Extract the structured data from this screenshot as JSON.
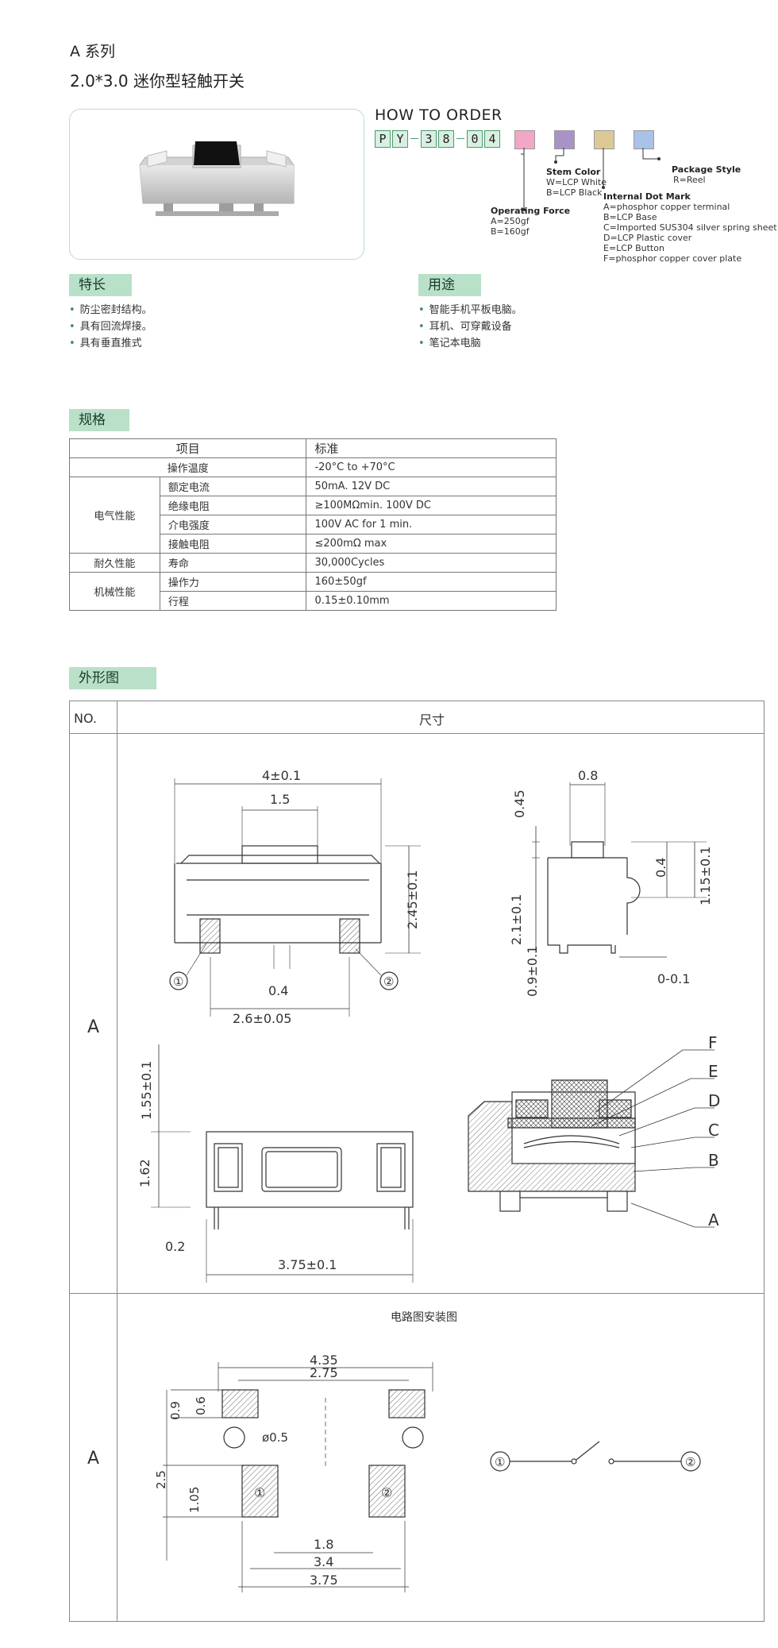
{
  "header": {
    "series": "A 系列",
    "title": "2.0*3.0  迷你型轻触开关"
  },
  "order": {
    "heading": "HOW TO ORDER",
    "code_chars": [
      "P",
      "Y",
      "-",
      "3",
      "8",
      "-",
      "0",
      "4"
    ],
    "swatch_colors": [
      "#f2a7c7",
      "#a993c6",
      "#dcc996",
      "#a9c2e8"
    ],
    "package_style": {
      "title": "Package Style",
      "lines": [
        "R=Reel"
      ]
    },
    "stem_color": {
      "title": "Stem Color",
      "lines": [
        "W=LCP White",
        "B=LCP Black"
      ]
    },
    "internal_dot": {
      "title": "Internal Dot Mark",
      "lines": [
        "A=phosphor copper terminal",
        "B=LCP Base",
        "C=Imported SUS304 silver spring sheet",
        "D=LCP Plastic cover",
        "E=LCP Button",
        "F=phosphor copper cover plate"
      ]
    },
    "operating_force": {
      "title": "Operating Force",
      "lines": [
        "A=250gf",
        "B=160gf"
      ]
    }
  },
  "features": {
    "tag": "特长",
    "items": [
      "防尘密封结构。",
      "具有回流焊接。",
      "具有垂直推式"
    ]
  },
  "applications": {
    "tag": "用途",
    "items": [
      "智能手机平板电脑。",
      "耳机、可穿戴设备",
      "笔记本电脑"
    ]
  },
  "spec": {
    "tag": "规格",
    "head": [
      "项目",
      "标准"
    ],
    "op_temp": [
      "操作温度",
      "-20°C to +70°C"
    ],
    "electrical": "电气性能",
    "elec_rows": [
      [
        "额定电流",
        "50mA. 12V DC"
      ],
      [
        "绝缘电阻",
        "≥100MΩmin. 100V DC"
      ],
      [
        "介电强度",
        "100V AC for 1 min."
      ],
      [
        "接触电阻",
        "≤200mΩ max"
      ]
    ],
    "durability": "耐久性能",
    "dur_row": [
      "寿命",
      "30,000Cycles"
    ],
    "mechanical": "机械性能",
    "mech_rows": [
      [
        "操作力",
        "160±50gf"
      ],
      [
        "行程",
        "0.15±0.10mm"
      ]
    ]
  },
  "outline": {
    "tag": "外形图",
    "col_no": "NO.",
    "col_size": "尺寸",
    "row_a1": "A",
    "row_a2": "A",
    "circuit_title": "电路图安装图",
    "dims_front": {
      "w": "4±0.1",
      "top": "1.5",
      "h": "2.45±0.1",
      "gap": "0.4",
      "pitch": "2.6±0.05",
      "p1": "①",
      "p2": "②"
    },
    "dims_side": {
      "t1": "0.8",
      "t2": "0.45",
      "t3": "0.4",
      "t4": "1.15±0.1",
      "t5": "2.1±0.1",
      "t6": "0.9±0.1",
      "t7": "0-0.1"
    },
    "dims_bottom": {
      "b1": "1.55±0.1",
      "b2": "1.62",
      "b3": "0.2",
      "b4": "3.75±0.1"
    },
    "section_labels": [
      "F",
      "E",
      "D",
      "C",
      "B",
      "A"
    ],
    "pcb": {
      "d1": "4.35",
      "d2": "2.75",
      "d3": "0.6",
      "d4": "0.9",
      "d5": "ø0.5",
      "d6": "2.5",
      "d7": "1.05",
      "d8": "1.8",
      "d9": "3.4",
      "d10": "3.75",
      "p1": "①",
      "p2": "②"
    },
    "schematic": {
      "p1": "①",
      "p2": "②"
    }
  }
}
